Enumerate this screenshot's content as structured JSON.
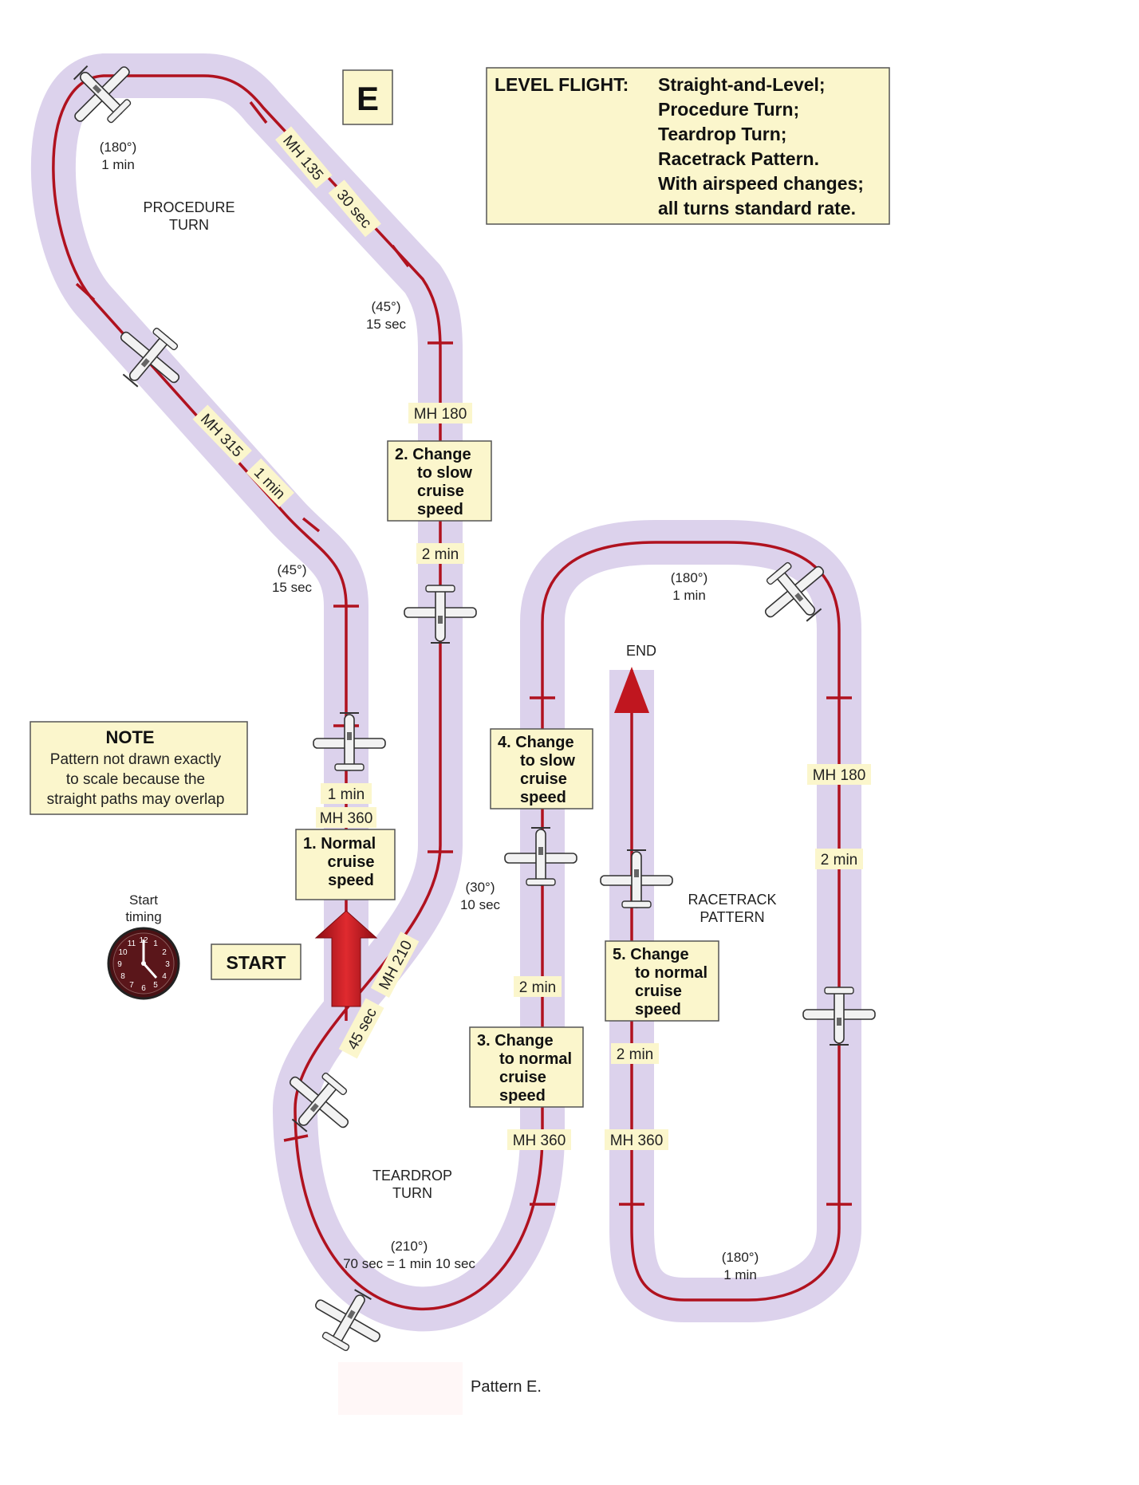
{
  "pattern_letter": "E",
  "header": {
    "title": "LEVEL FLIGHT:",
    "lines": [
      "Straight-and-Level;",
      "Procedure Turn;",
      "Teardrop Turn;",
      "Racetrack Pattern.",
      "With airspeed changes;",
      "all turns standard rate."
    ]
  },
  "note": {
    "title": "NOTE",
    "lines": [
      "Pattern not drawn exactly",
      "to scale because the",
      "straight paths may overlap"
    ]
  },
  "start": {
    "timing": [
      "Start",
      "timing"
    ],
    "label": "START"
  },
  "clock_numerals": [
    "12",
    "1",
    "2",
    "3",
    "4",
    "5",
    "6",
    "7",
    "8",
    "9",
    "10",
    "11"
  ],
  "sections": {
    "procedure": [
      "PROCEDURE",
      "TURN"
    ],
    "teardrop": [
      "TEARDROP",
      "TURN"
    ],
    "racetrack": [
      "RACETRACK",
      "PATTERN"
    ],
    "end": "END"
  },
  "turn_labels": {
    "proc_top": [
      "(180°)",
      "1 min"
    ],
    "proc_right": [
      "(45°)",
      "15 sec"
    ],
    "proc_left": [
      "(45°)",
      "15 sec"
    ],
    "teardrop_small": [
      "(30°)",
      "10 sec"
    ],
    "teardrop_bottom": [
      "(210°)",
      "70 sec = 1 min 10 sec"
    ],
    "race_top": [
      "(180°)",
      "1 min"
    ],
    "race_bottom": [
      "(180°)",
      "1 min"
    ]
  },
  "leg_labels": {
    "mh135": "MH 135",
    "sec30": "30 sec",
    "mh315": "MH 315",
    "min1_diag": "1 min",
    "mh210": "MH 210",
    "sec45": "45 sec",
    "mh180_a": "MH 180",
    "min2_a": "2 min",
    "min1_a": "1 min",
    "mh360_a": "MH 360",
    "min2_b": "2 min",
    "mh360_b": "MH 360",
    "min2_c": "2 min",
    "mh360_c": "MH 360",
    "mh180_b": "MH 180",
    "min2_d": "2 min"
  },
  "steps": {
    "s1": [
      "1. Normal",
      "cruise",
      "speed"
    ],
    "s2": [
      "2. Change",
      "to slow",
      "cruise",
      "speed"
    ],
    "s3": [
      "3. Change",
      "to normal",
      "cruise",
      "speed"
    ],
    "s4": [
      "4. Change",
      "to slow",
      "cruise",
      "speed"
    ],
    "s5": [
      "5. Change",
      "to normal",
      "cruise",
      "speed"
    ]
  },
  "caption": "Pattern E.",
  "colors": {
    "path_band": "#dcd2ec",
    "path_line": "#b0121f",
    "box_fill": "#fbf6cc",
    "box_border": "#555555",
    "label_fill": "#fbf6cc",
    "arrow_red": "#c0161f",
    "clock_face": "#4a1114"
  }
}
